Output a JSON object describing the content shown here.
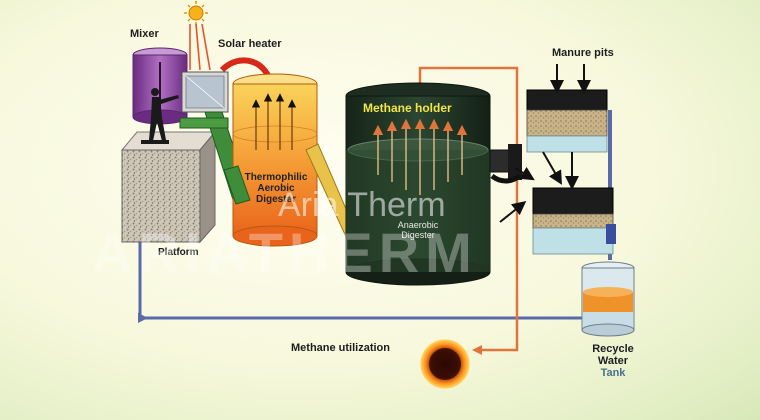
{
  "labels": {
    "mixer": "Mixer",
    "solar_heater": "Solar heater",
    "manure_pits": "Manure pits",
    "methane_holder": "Methane holder",
    "thermophilic_line1": "Thermophilic",
    "thermophilic_line2": "Aerobic",
    "thermophilic_line3": "Digester",
    "anaerobic_line1": "Anaerobic",
    "anaerobic_line2": "Digester",
    "platform": "Platform",
    "methane_utilization": "Methane utilization",
    "recycle_line1": "Recycle",
    "recycle_line2": "Water",
    "recycle_line3": "Tank"
  },
  "watermark": {
    "line1": "Aria Therm",
    "line2": "ARIATHERM"
  },
  "colors": {
    "pipe_blue": "#5a6aa8",
    "pipe_orange": "#e0743a",
    "digester_green": "#1f3322",
    "aerobic_orange": "#f07a1e",
    "mixer_purple": "#8a3fa0"
  }
}
